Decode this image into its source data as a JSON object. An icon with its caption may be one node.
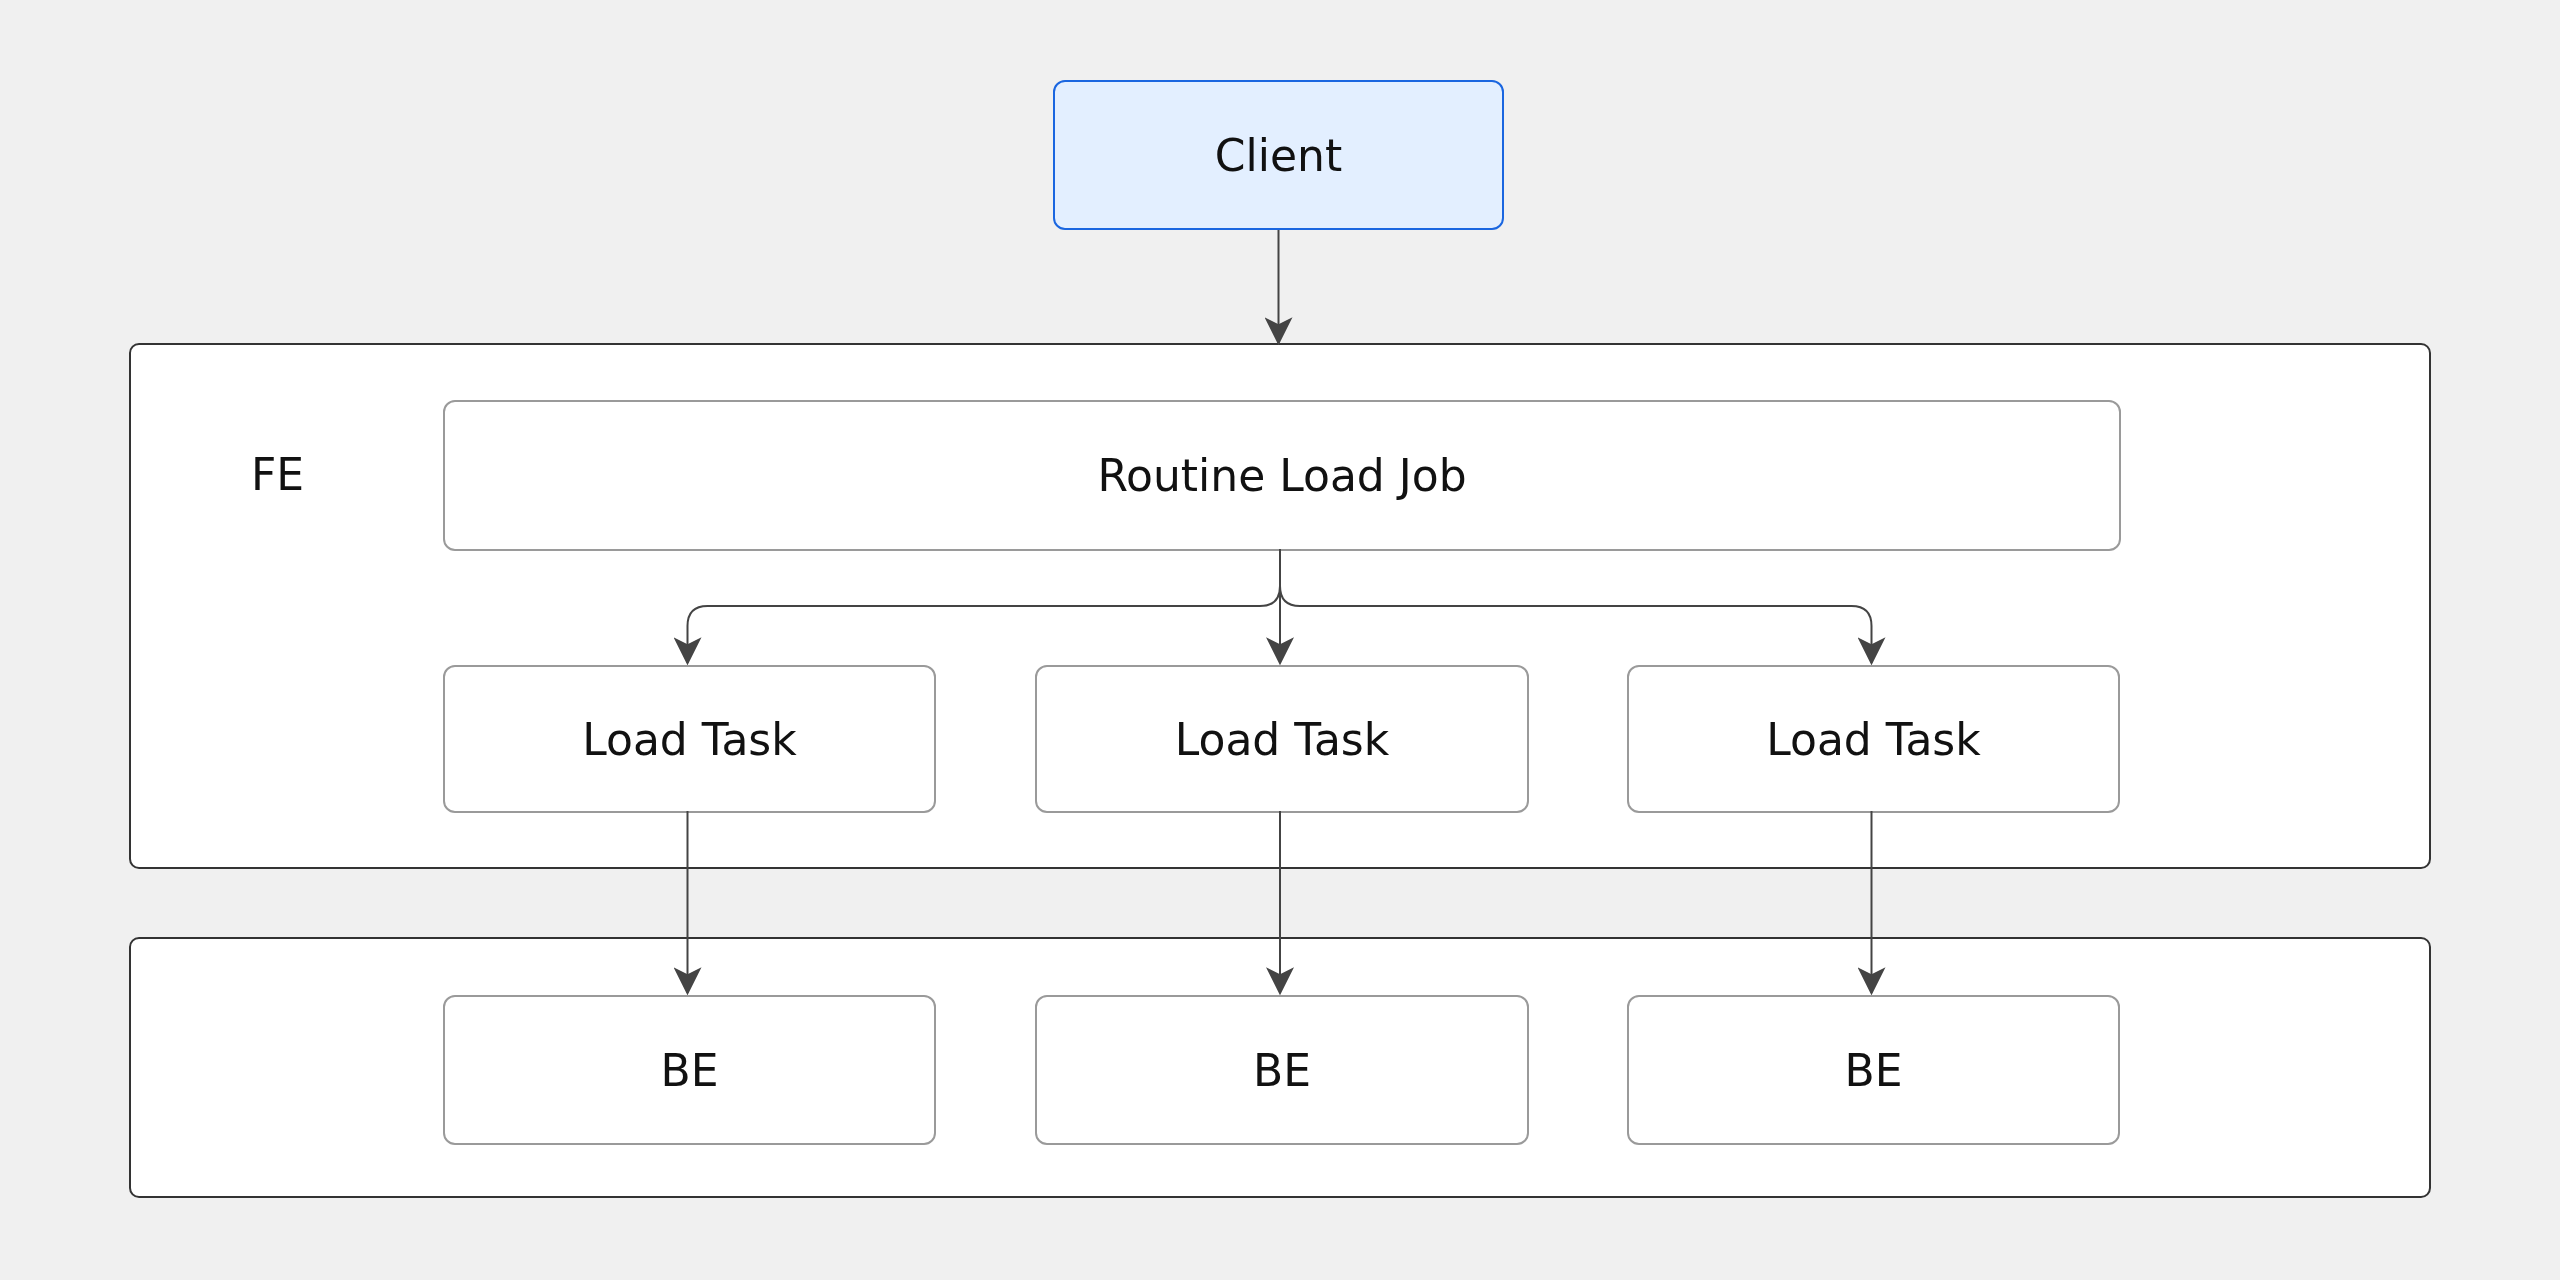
{
  "diagram": {
    "nodes": [
      {
        "text": [
          "Client"
        ]
      },
      {
        "text": [
          "FE"
        ]
      },
      {
        "text": [
          "Routine Load Job"
        ],
        "in": 1
      },
      {
        "text": [
          "Load Task"
        ],
        "in": 1
      },
      {
        "text": [
          "Load Task"
        ],
        "in": 1
      },
      {
        "text": [
          "Load Task"
        ],
        "in": 1
      },
      {
        "text": [],
        "shape": "box"
      },
      {
        "text": [
          "BE"
        ],
        "in": 6
      },
      {
        "text": [
          "BE"
        ],
        "in": 6
      },
      {
        "text": [
          "BE"
        ],
        "in": 6
      }
    ],
    "edges": [
      {
        "from": 0,
        "to": 1,
        "arrow": "to"
      },
      {
        "from": 2,
        "to": 3,
        "arrow": "to"
      },
      {
        "from": 2,
        "to": 4,
        "arrow": "to"
      },
      {
        "from": 2,
        "to": 5,
        "arrow": "to"
      },
      {
        "from": 3,
        "to": 7,
        "arrow": "to"
      },
      {
        "from": 4,
        "to": 8,
        "arrow": "to"
      },
      {
        "from": 5,
        "to": 9,
        "arrow": "to"
      }
    ]
  }
}
